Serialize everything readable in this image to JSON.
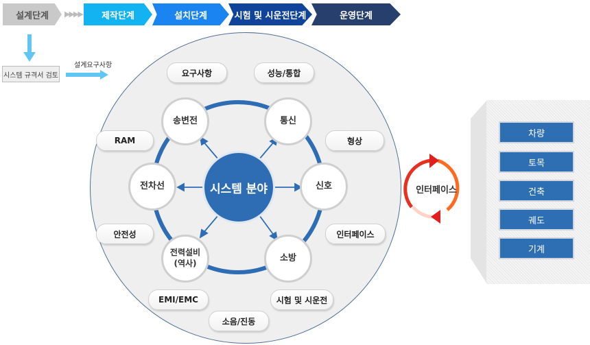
{
  "stages": [
    {
      "label": "설계단계",
      "color": "#c9c9c9",
      "text": "#555"
    },
    {
      "label": "제작단계",
      "color": "#12b3f0",
      "text": "#fff"
    },
    {
      "label": "설치단계",
      "color": "#1a84f0",
      "text": "#fff"
    },
    {
      "label": "시험 및 시운전단계",
      "color": "#10449b",
      "text": "#fff"
    },
    {
      "label": "운영단계",
      "color": "#263f6c",
      "text": "#fff"
    }
  ],
  "review": "시스템 규격서 검토",
  "requirements_label": "설계요구사항",
  "center": "시스템 분야",
  "nodes": [
    "송변전",
    "통신",
    "전차선",
    "신호",
    "전력설비\n(역사)",
    "소방"
  ],
  "pills": [
    "요구사항",
    "성능/통합",
    "RAM",
    "형상",
    "안전성",
    "인터페이스",
    "EMI/EMC",
    "시험 및 시운전",
    "소음/진동"
  ],
  "interface": "인터페이스",
  "categories": [
    "차량",
    "토목",
    "건축",
    "궤도",
    "기계"
  ]
}
